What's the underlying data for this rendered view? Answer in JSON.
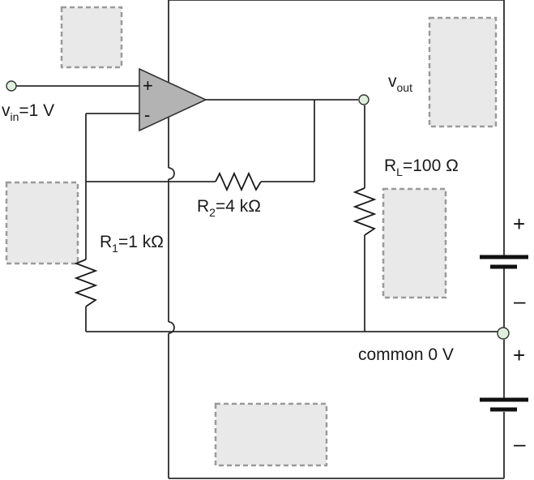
{
  "labels": {
    "vin": {
      "main": "v",
      "sub": "in",
      "rest": "=1 V"
    },
    "vout": {
      "main": "v",
      "sub": "out"
    },
    "r1": {
      "main": "R",
      "sub": "1",
      "rest": "=1 kΩ"
    },
    "r2": {
      "main": "R",
      "sub": "2",
      "rest": "=4 kΩ"
    },
    "rl": {
      "main": "R",
      "sub": "L",
      "rest": "=100 Ω"
    },
    "common": "common 0 V",
    "opamp_plus": "+",
    "opamp_minus": "-",
    "battery_top_plus": "+",
    "battery_top_minus": "–",
    "battery_bottom_plus": "+",
    "battery_bottom_minus": "–"
  },
  "colors": {
    "opamp_fill": "#b3b3b3",
    "node_fill": "#dff0dc",
    "placeholder_fill": "#e9e9e9",
    "placeholder_border": "#9a9a9a"
  }
}
